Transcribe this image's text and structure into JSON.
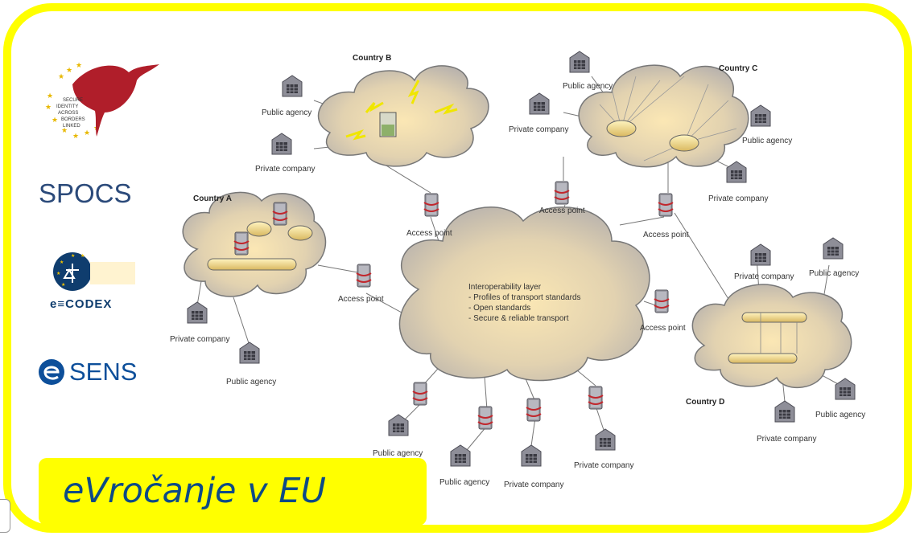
{
  "title": "eVročanje v EU",
  "logos": {
    "stork_text": [
      "SECURE",
      "IDENTITY",
      "ACROSS",
      "BORDERS",
      "LINKED"
    ],
    "spocs": "SPOCS",
    "ecodex": "e≡CODEX",
    "sens": "SENS"
  },
  "diagram": {
    "center_lines": [
      "Interoperability layer",
      "- Profiles of transport standards",
      "- Open standards",
      "- Secure & reliable transport"
    ],
    "countries": {
      "a": "Country A",
      "b": "Country B",
      "c": "Country C",
      "d": "Country D"
    },
    "access_point": "Access point",
    "public_agency": "Public agency",
    "private_company": "Private company"
  },
  "colors": {
    "frame": "#ffff00",
    "title_text": "#0d4a86",
    "cloud_fill": "#d8c9a8",
    "stork_red": "#b01e2a"
  }
}
